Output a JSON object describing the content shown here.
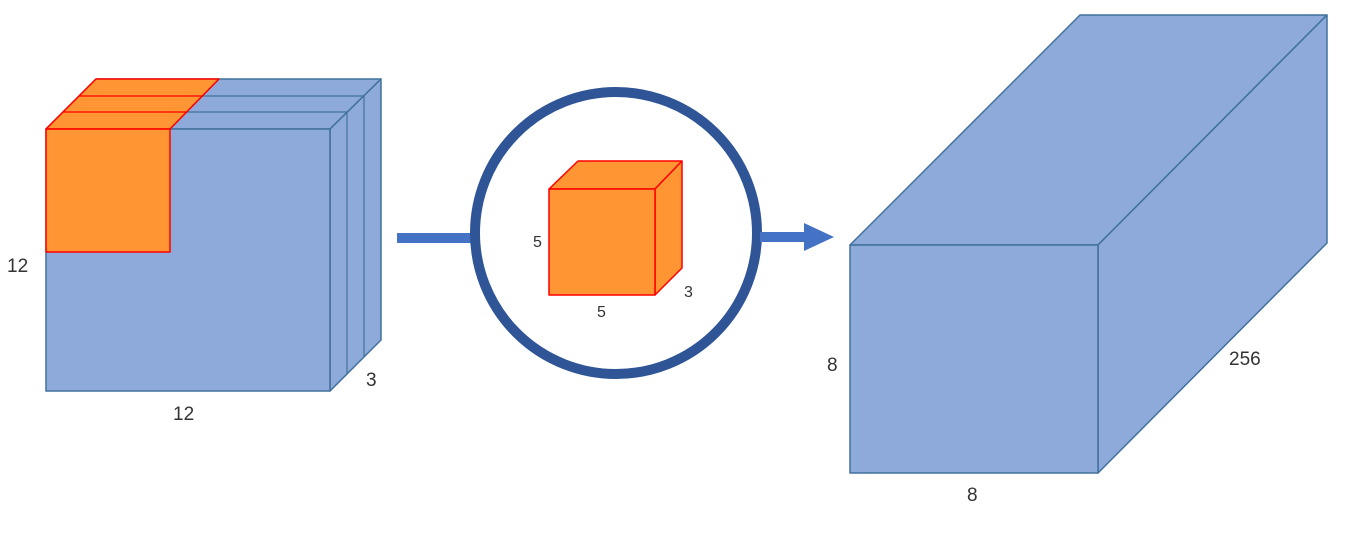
{
  "colors": {
    "volume_fill": "#8eaadb",
    "volume_stroke": "#41719c",
    "kernel_fill": "#ff9633",
    "kernel_stroke": "#ff0000",
    "circle_stroke": "#2f5597",
    "arrow": "#4472c4",
    "text": "#333333"
  },
  "input_volume": {
    "height_label": "12",
    "width_label": "12",
    "depth_label": "3"
  },
  "kernel": {
    "height_label": "5",
    "width_label": "5",
    "depth_label": "3"
  },
  "output_volume": {
    "height_label": "8",
    "width_label": "8",
    "depth_label": "256"
  }
}
